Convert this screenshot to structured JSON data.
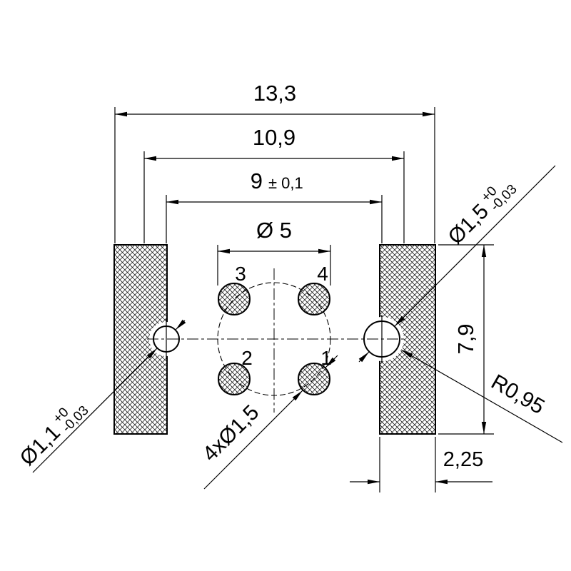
{
  "drawing": {
    "dims": {
      "total_width": "13,3",
      "outer_width": "10,9",
      "pitch": "9",
      "pitch_tol": "± 0,1",
      "bolt_circle": "Ø 5",
      "height": "7,9",
      "block_width": "2,25"
    },
    "leaders": {
      "hole_right": "Ø1,5",
      "hole_right_tol_plus": "+0",
      "hole_right_tol_minus": "-0,03",
      "hole_left": "Ø1,1",
      "hole_left_tol_plus": "+0",
      "hole_left_tol_minus": "-0,03",
      "radius": "R0,95",
      "pattern": "4xØ1,5"
    },
    "pins": {
      "top_left": "3",
      "top_right": "4",
      "bottom_left": "2",
      "bottom_right": "1"
    }
  }
}
